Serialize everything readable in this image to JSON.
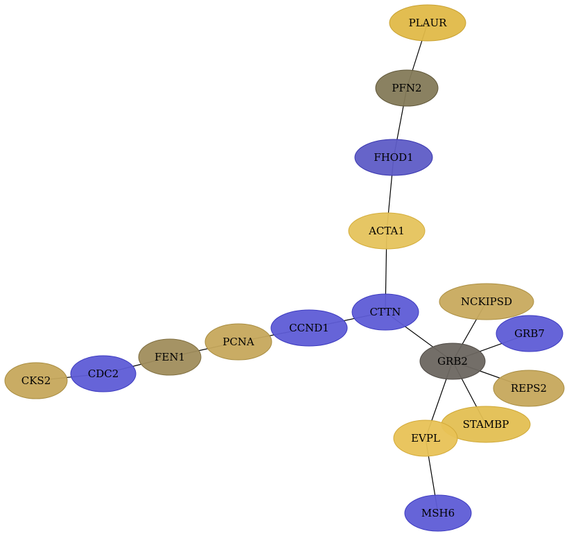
{
  "nodes": [
    {
      "id": "PLAUR",
      "label": "PLAUR",
      "fill": "#e0b948",
      "stroke": "#c9a232"
    },
    {
      "id": "PFN2",
      "label": "PFN2",
      "fill": "#847a58",
      "stroke": "#5f5638"
    },
    {
      "id": "FHOD1",
      "label": "FHOD1",
      "fill": "#5e5cc6",
      "stroke": "#3b38b0"
    },
    {
      "id": "ACTA1",
      "label": "ACTA1",
      "fill": "#e5c35c",
      "stroke": "#d4ad3a"
    },
    {
      "id": "CTTN",
      "label": "CTTN",
      "fill": "#5e5cd6",
      "stroke": "#3c3ac0"
    },
    {
      "id": "NCKIPSD",
      "label": "NCKIPSD",
      "fill": "#c8aa5e",
      "stroke": "#ad9043"
    },
    {
      "id": "GRB7",
      "label": "GRB7",
      "fill": "#5e5cd6",
      "stroke": "#3c3ac0"
    },
    {
      "id": "CCND1",
      "label": "CCND1",
      "fill": "#5e5cd6",
      "stroke": "#3c3ac0"
    },
    {
      "id": "PCNA",
      "label": "PCNA",
      "fill": "#c6a85c",
      "stroke": "#a88c40"
    },
    {
      "id": "GRB2",
      "label": "GRB2",
      "fill": "#6b6660",
      "stroke": "#4e4944"
    },
    {
      "id": "FEN1",
      "label": "FEN1",
      "fill": "#a08d5c",
      "stroke": "#7f6e40"
    },
    {
      "id": "REPS2",
      "label": "REPS2",
      "fill": "#c6a85c",
      "stroke": "#a88c40"
    },
    {
      "id": "CDC2",
      "label": "CDC2",
      "fill": "#5e5cd6",
      "stroke": "#3c3ac0"
    },
    {
      "id": "CKS2",
      "label": "CKS2",
      "fill": "#c6a85c",
      "stroke": "#a88c40"
    },
    {
      "id": "STAMBP",
      "label": "STAMBP",
      "fill": "#e3bf52",
      "stroke": "#cfa836"
    },
    {
      "id": "EVPL",
      "label": "EVPL",
      "fill": "#e8c256",
      "stroke": "#d2a938"
    },
    {
      "id": "MSH6",
      "label": "MSH6",
      "fill": "#5e5cd6",
      "stroke": "#3c3ac0"
    }
  ],
  "edges": [
    [
      "PLAUR",
      "PFN2"
    ],
    [
      "PFN2",
      "FHOD1"
    ],
    [
      "FHOD1",
      "ACTA1"
    ],
    [
      "ACTA1",
      "CTTN"
    ],
    [
      "CTTN",
      "CCND1"
    ],
    [
      "CTTN",
      "GRB2"
    ],
    [
      "CCND1",
      "PCNA"
    ],
    [
      "PCNA",
      "FEN1"
    ],
    [
      "FEN1",
      "CDC2"
    ],
    [
      "CDC2",
      "CKS2"
    ],
    [
      "GRB2",
      "NCKIPSD"
    ],
    [
      "GRB2",
      "GRB7"
    ],
    [
      "GRB2",
      "REPS2"
    ],
    [
      "GRB2",
      "STAMBP"
    ],
    [
      "GRB2",
      "EVPL"
    ],
    [
      "EVPL",
      "MSH6"
    ]
  ]
}
